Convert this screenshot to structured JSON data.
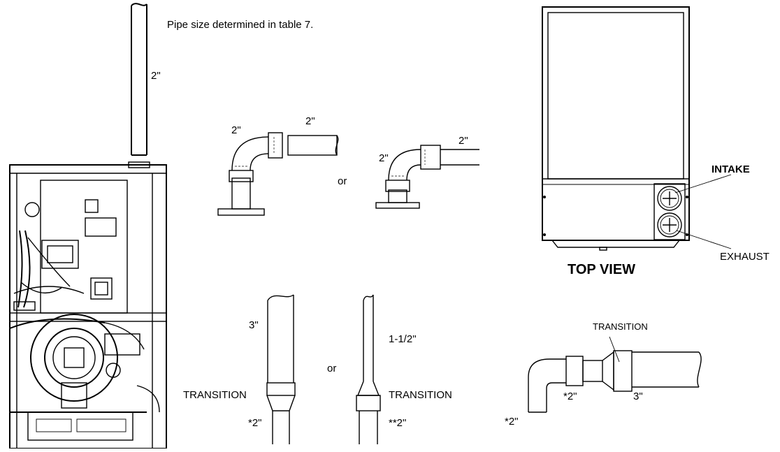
{
  "labels": {
    "pipe_size_note": "Pipe size determined in table 7.",
    "vertical_pipe_size": "2\"",
    "elbow_a_vertical": "2\"",
    "elbow_a_horizontal": "2\"",
    "elbow_b_vertical": "2\"",
    "elbow_b_horizontal": "2\"",
    "or_upper": "or",
    "or_lower": "or",
    "t3_top": "3\"",
    "t3_transition": "TRANSITION",
    "t3_bottom": "*2\"",
    "t15_top": "1-1/2\"",
    "t15_transition": "TRANSITION",
    "t15_bottom": "**2\"",
    "intake": "INTAKE",
    "exhaust": "EXHAUST",
    "top_view": "TOP VIEW",
    "hz_transition": "TRANSITION",
    "hz_elbow": "*2\"",
    "hz_mid": "*2\"",
    "hz_pipe": "3\""
  },
  "icons": [
    "furnace-front-view",
    "pipe-elbow",
    "pipe-transition",
    "vent-port-plus"
  ]
}
